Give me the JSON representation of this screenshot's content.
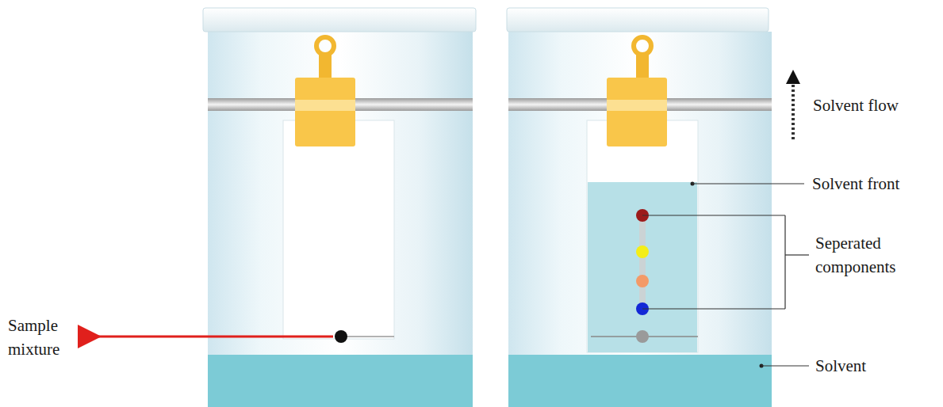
{
  "diagram": {
    "labels": [
      "Sample mixture",
      "Solvent flow",
      "Solvent front",
      "Seperated components",
      "Solvent"
    ]
  }
}
